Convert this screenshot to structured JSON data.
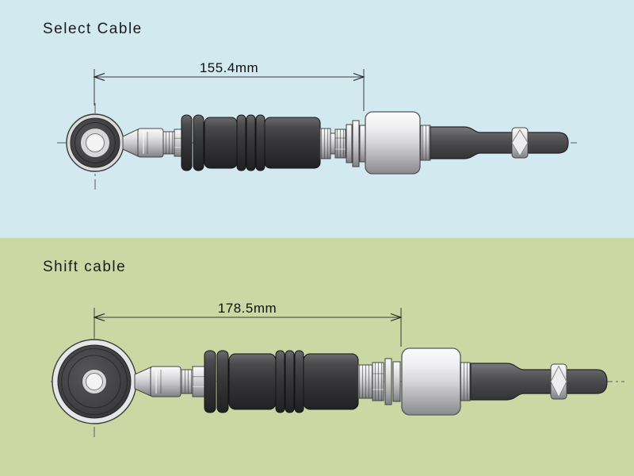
{
  "select": {
    "title": "Select Cable",
    "dimension": "155.4mm"
  },
  "shift": {
    "title": "Shift cable",
    "dimension": "178.5mm"
  },
  "colors": {
    "select_panel_bg": "#d2e9ef",
    "shift_panel_bg": "#cbd8a3",
    "rubber_boot": "#3a3a3d",
    "outer_cable": "#48484b",
    "metal_fitting": "#c9c9cc",
    "dimension_line": "#333333",
    "title_text": "#1b1b1b"
  }
}
